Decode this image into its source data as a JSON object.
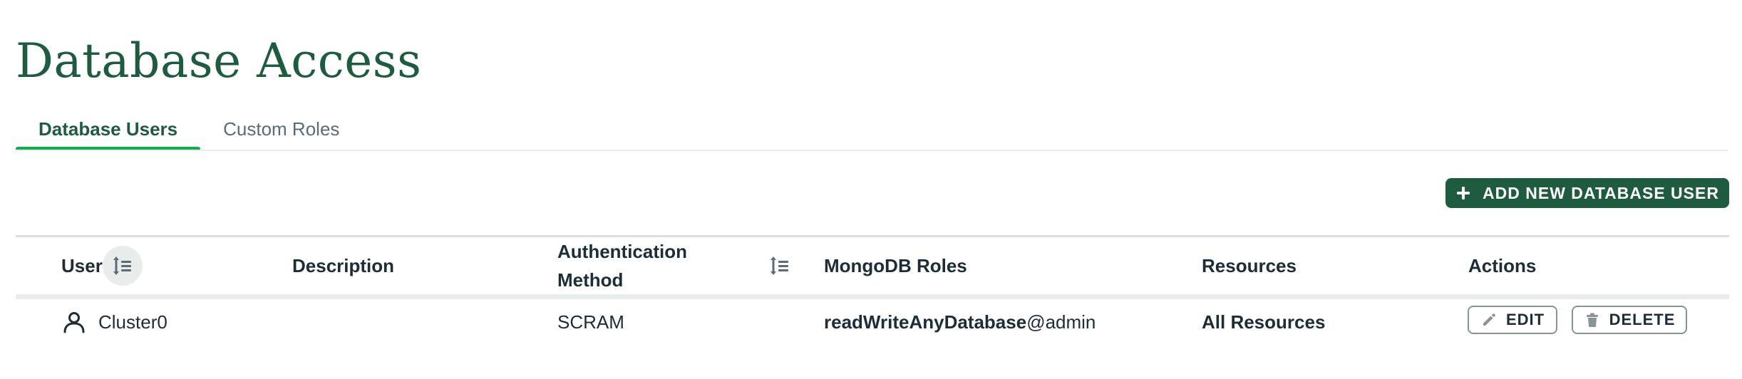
{
  "page": {
    "title": "Database Access"
  },
  "tabs": [
    {
      "label": "Database Users",
      "active": true
    },
    {
      "label": "Custom Roles",
      "active": false
    }
  ],
  "toolbar": {
    "add_label": "ADD NEW DATABASE USER",
    "add_icon": "plus-icon"
  },
  "table": {
    "headers": {
      "user": "User",
      "description": "Description",
      "auth_line1": "Authentication",
      "auth_line2": "Method",
      "roles": "MongoDB Roles",
      "resources": "Resources",
      "actions": "Actions"
    },
    "rows": [
      {
        "user": "Cluster0",
        "description": "",
        "auth_method": "SCRAM",
        "role_name": "readWriteAnyDatabase",
        "role_db": "@admin",
        "resources": "All Resources",
        "edit_label": "EDIT",
        "delete_label": "DELETE"
      }
    ]
  },
  "colors": {
    "brand": "#1f5c3f",
    "accent": "#13aa52",
    "text": "#1c2d38"
  }
}
